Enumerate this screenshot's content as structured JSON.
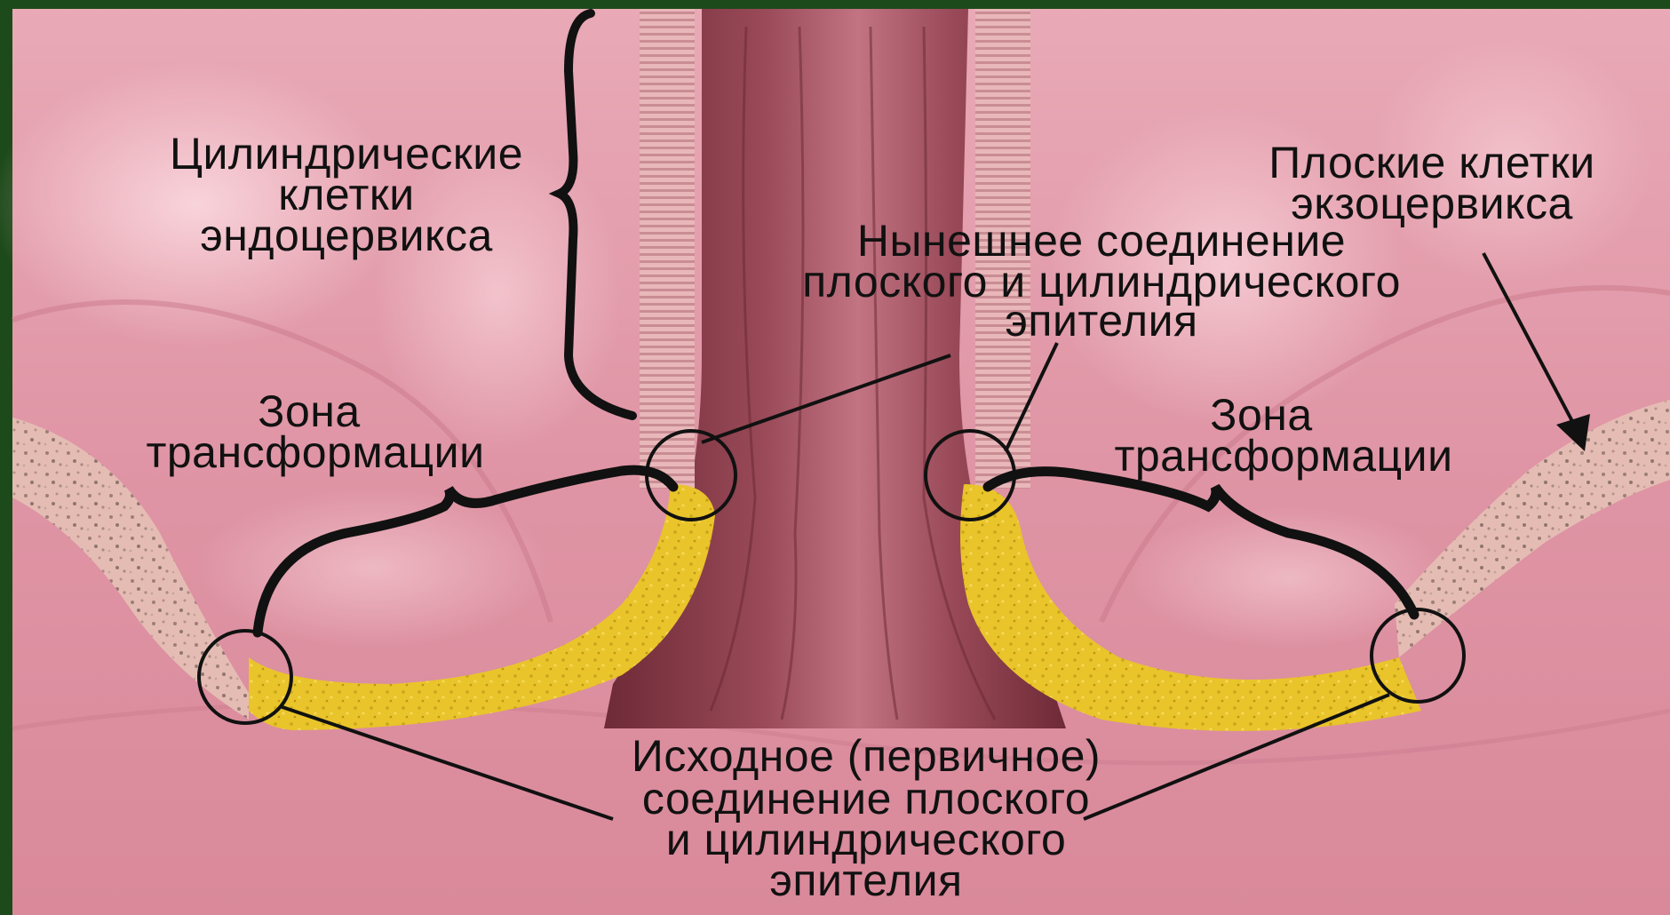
{
  "labels": {
    "endocervix_columnar": [
      "Цилиндрические",
      "клетки",
      "эндоцервикса"
    ],
    "ectocervix_squamous": [
      "Плоские клетки",
      "экзоцервикса"
    ],
    "current_scj": [
      "Нынешнее соединение",
      "плоского и цилиндрического",
      "эпителия"
    ],
    "tz_left": [
      "Зона",
      "трансформации"
    ],
    "tz_right": [
      "Зона",
      "трансформации"
    ],
    "original_scj": [
      "Исходное (первичное)",
      "соединение плоского",
      "и цилиндрического",
      "эпителия"
    ]
  },
  "colors": {
    "border": "#1d4a1a",
    "tissue_pink": "#dc8e9e",
    "tissue_light": "#f3c3cd",
    "canal_dark": "#8a3c4a",
    "columnar_yellow": "#e9c42a",
    "squamous_beige": "#e6bcb4",
    "ink": "#111111"
  }
}
